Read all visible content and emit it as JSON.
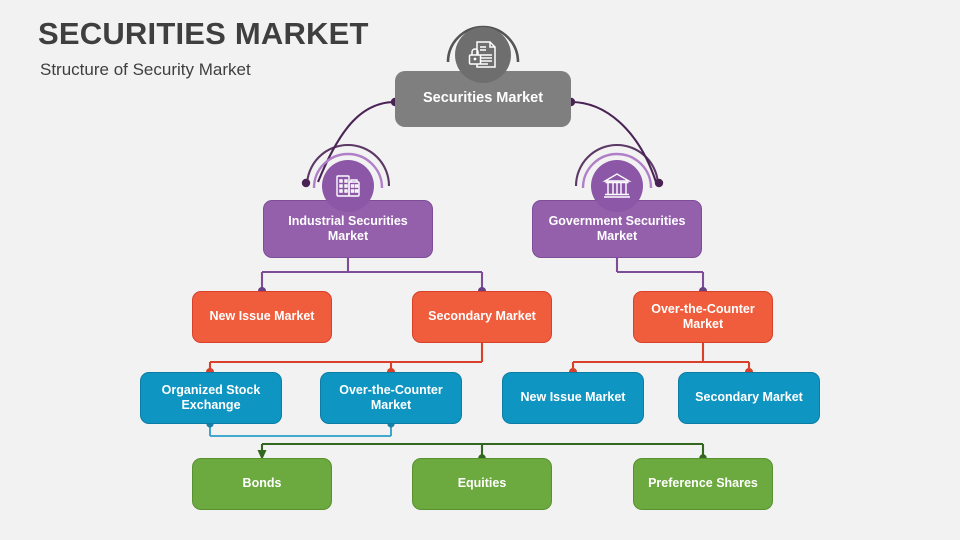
{
  "header": {
    "title": "SECURITIES MARKET",
    "subtitle": "Structure of Security Market"
  },
  "colors": {
    "background": "#f2f2f2",
    "root": "#7f7f7f",
    "purple": "#9460ac",
    "purple_dark": "#4a2355",
    "orange": "#ef5d3c",
    "blue": "#0f95c2",
    "green": "#6ca93e",
    "title_text": "#3f3f3f"
  },
  "diagram": {
    "type": "hierarchy-tree",
    "root": {
      "label": "Securities Market",
      "icon": "document-lock-icon"
    },
    "level2": [
      {
        "label": "Industrial Securities Market",
        "icon": "office-buildings-icon"
      },
      {
        "label": "Government Securities Market",
        "icon": "bank-classical-icon"
      }
    ],
    "level3": [
      {
        "label": "New Issue Market",
        "parent": "Industrial Securities Market"
      },
      {
        "label": "Secondary Market",
        "parent": "Industrial Securities Market"
      },
      {
        "label": "Over-the-Counter Market",
        "parent": "Government Securities Market"
      }
    ],
    "level4": [
      {
        "label": "Organized Stock Exchange",
        "parent": "Secondary Market"
      },
      {
        "label": "Over-the-Counter Market",
        "parent": "Secondary Market"
      },
      {
        "label": "New Issue Market",
        "parent": "Over-the-Counter Market"
      },
      {
        "label": "Secondary Market",
        "parent": "Over-the-Counter Market"
      }
    ],
    "level5": [
      {
        "label": "Bonds"
      },
      {
        "label": "Equities"
      },
      {
        "label": "Preference Shares"
      }
    ]
  }
}
